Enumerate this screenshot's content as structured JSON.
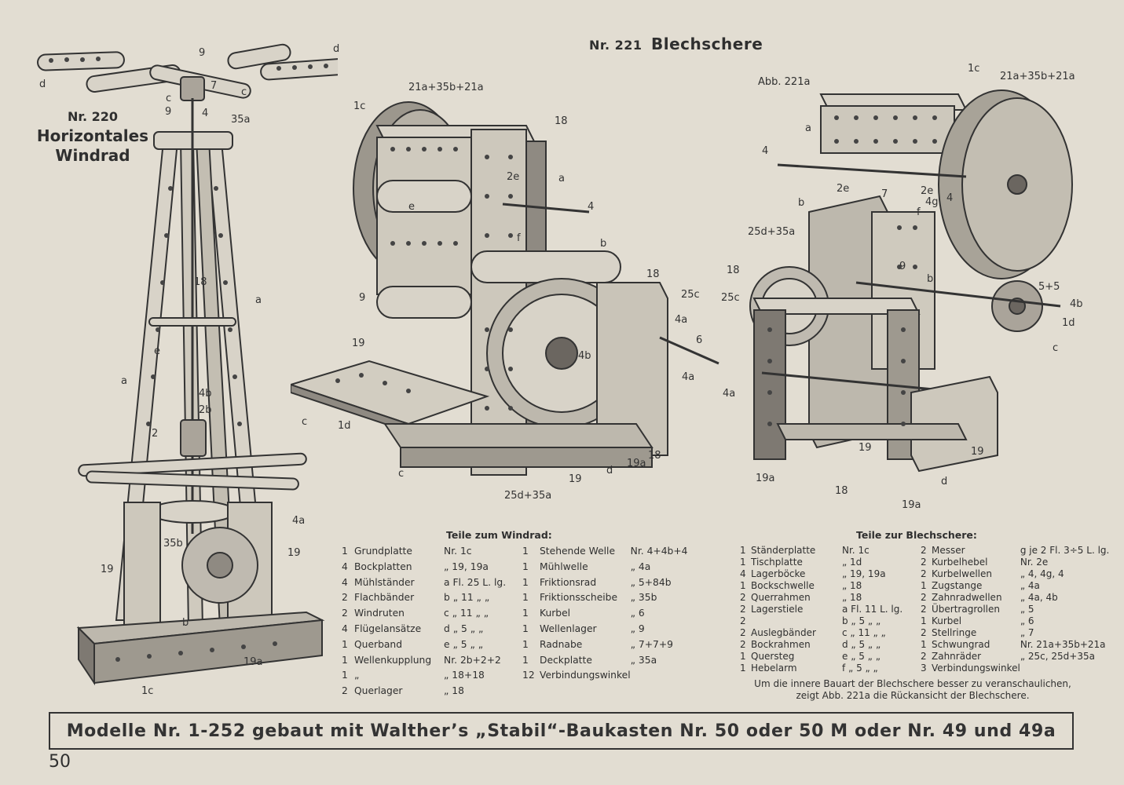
{
  "models": {
    "windrad": {
      "nr": "Nr. 220",
      "title_lines": [
        "Horizontales",
        "Windrad"
      ]
    },
    "blechschere": {
      "nr": "Nr. 221",
      "title": "Blechschere",
      "abb": "Abb. 221a"
    }
  },
  "labels": {
    "windrad": [
      "d",
      "c",
      "9",
      "7",
      "c",
      "d",
      "9",
      "4",
      "35a",
      "18",
      "a",
      "e",
      "4b",
      "a",
      "2b",
      "2",
      "19",
      "35b",
      "4a",
      "19",
      "b",
      "19a",
      "1c"
    ],
    "blechschere": [
      "21a+35b+21a",
      "1c",
      "18",
      "2e",
      "a",
      "e",
      "4",
      "f",
      "b",
      "18",
      "25c",
      "9",
      "4a",
      "19",
      "6",
      "4a",
      "4b",
      "c",
      "1d",
      "c",
      "19",
      "d",
      "19a",
      "18",
      "25d+35a"
    ],
    "blechschere_rear": [
      "1c",
      "21a+35b+21a",
      "a",
      "4",
      "2e",
      "7",
      "2e",
      "4g",
      "4",
      "b",
      "f",
      "25d+35a",
      "9",
      "18",
      "b",
      "25c",
      "5+5",
      "4b",
      "1d",
      "c",
      "4a",
      "19",
      "19",
      "d",
      "19a",
      "18",
      "19a"
    ]
  },
  "windrad_parts": {
    "heading": "Teile zum Windrad:",
    "left": [
      {
        "qty": "1",
        "name": "Grundplatte",
        "spec": "Nr. 1c"
      },
      {
        "qty": "4",
        "name": "Bockplatten",
        "spec": "„ 19, 19a"
      },
      {
        "qty": "4",
        "name": "Mühlständer",
        "spec": "a Fl. 25 L. lg."
      },
      {
        "qty": "2",
        "name": "Flachbänder",
        "spec": "b „ 11 „ „"
      },
      {
        "qty": "2",
        "name": "Windruten",
        "spec": "c „ 11 „ „"
      },
      {
        "qty": "4",
        "name": "Flügelansätze",
        "spec": "d „ 5 „ „"
      },
      {
        "qty": "1",
        "name": "Querband",
        "spec": "e „ 5 „ „"
      },
      {
        "qty": "1",
        "name": "Wellenkupplung",
        "spec": "Nr. 2b+2+2"
      },
      {
        "qty": "1",
        "name": "„",
        "spec": "„ 18+18"
      },
      {
        "qty": "2",
        "name": "Querlager",
        "spec": "„ 18"
      }
    ],
    "right": [
      {
        "qty": "1",
        "name": "Stehende Welle",
        "spec": "Nr. 4+4b+4"
      },
      {
        "qty": "1",
        "name": "Mühlwelle",
        "spec": "„ 4a"
      },
      {
        "qty": "1",
        "name": "Friktionsrad",
        "spec": "„ 5+84b"
      },
      {
        "qty": "1",
        "name": "Friktionsscheibe",
        "spec": "„ 35b"
      },
      {
        "qty": "1",
        "name": "Kurbel",
        "spec": "„ 6"
      },
      {
        "qty": "1",
        "name": "Wellenlager",
        "spec": "„ 9"
      },
      {
        "qty": "1",
        "name": "Radnabe",
        "spec": "„ 7+7+9"
      },
      {
        "qty": "1",
        "name": "Deckplatte",
        "spec": "„ 35a"
      },
      {
        "qty": "12",
        "name": "Verbindungswinkel",
        "spec": ""
      }
    ]
  },
  "blechschere_parts": {
    "heading": "Teile zur Blechschere:",
    "left": [
      {
        "qty": "1",
        "name": "Ständerplatte",
        "spec": "Nr. 1c"
      },
      {
        "qty": "1",
        "name": "Tischplatte",
        "spec": "„ 1d"
      },
      {
        "qty": "4",
        "name": "Lagerböcke",
        "spec": "„ 19, 19a"
      },
      {
        "qty": "1",
        "name": "Bockschwelle",
        "spec": "„ 18"
      },
      {
        "qty": "2",
        "name": "Querrahmen",
        "spec": "„ 18"
      },
      {
        "qty": "2",
        "name": "Lagerstiele",
        "spec": "a Fl. 11 L. lg."
      },
      {
        "qty": "2",
        "name": "",
        "spec": "b „ 5 „ „"
      },
      {
        "qty": "2",
        "name": "Auslegbänder",
        "spec": "c „ 11 „ „"
      },
      {
        "qty": "2",
        "name": "Bockrahmen",
        "spec": "d „ 5 „ „"
      },
      {
        "qty": "1",
        "name": "Quersteg",
        "spec": "e „ 5 „ „"
      },
      {
        "qty": "1",
        "name": "Hebelarm",
        "spec": "f „ 5 „ „"
      }
    ],
    "right": [
      {
        "qty": "2",
        "name": "Messer",
        "spec": "g je 2 Fl. 3÷5 L. lg."
      },
      {
        "qty": "2",
        "name": "Kurbelhebel",
        "spec": "Nr. 2e"
      },
      {
        "qty": "2",
        "name": "Kurbelwellen",
        "spec": "„ 4, 4g, 4"
      },
      {
        "qty": "1",
        "name": "Zugstange",
        "spec": "„ 4a"
      },
      {
        "qty": "2",
        "name": "Zahnradwellen",
        "spec": "„ 4a, 4b"
      },
      {
        "qty": "2",
        "name": "Übertragrollen",
        "spec": "„ 5"
      },
      {
        "qty": "1",
        "name": "Kurbel",
        "spec": "„ 6"
      },
      {
        "qty": "2",
        "name": "Stellringe",
        "spec": "„ 7"
      },
      {
        "qty": "1",
        "name": "Schwungrad",
        "spec": "Nr. 21a+35b+21a"
      },
      {
        "qty": "2",
        "name": "Zahnräder",
        "spec": "„ 25c, 25d+35a"
      },
      {
        "qty": "3",
        "name": "Verbindungswinkel",
        "spec": ""
      }
    ],
    "note_lines": [
      "Um die innere Bauart der Blechschere besser zu veranschaulichen,",
      "zeigt Abb. 221a die Rückansicht der Blechschere."
    ]
  },
  "banner": "Modelle Nr. 1-252 gebaut mit Walther’s „Stabil“-Baukasten Nr. 50 oder 50 M oder Nr. 49 und 49a",
  "page_number": "50",
  "colors": {
    "paper": "#e2ddd2",
    "ink": "#2f2f2f",
    "metal": "#d8d3c8",
    "shade": "#6b6660"
  }
}
